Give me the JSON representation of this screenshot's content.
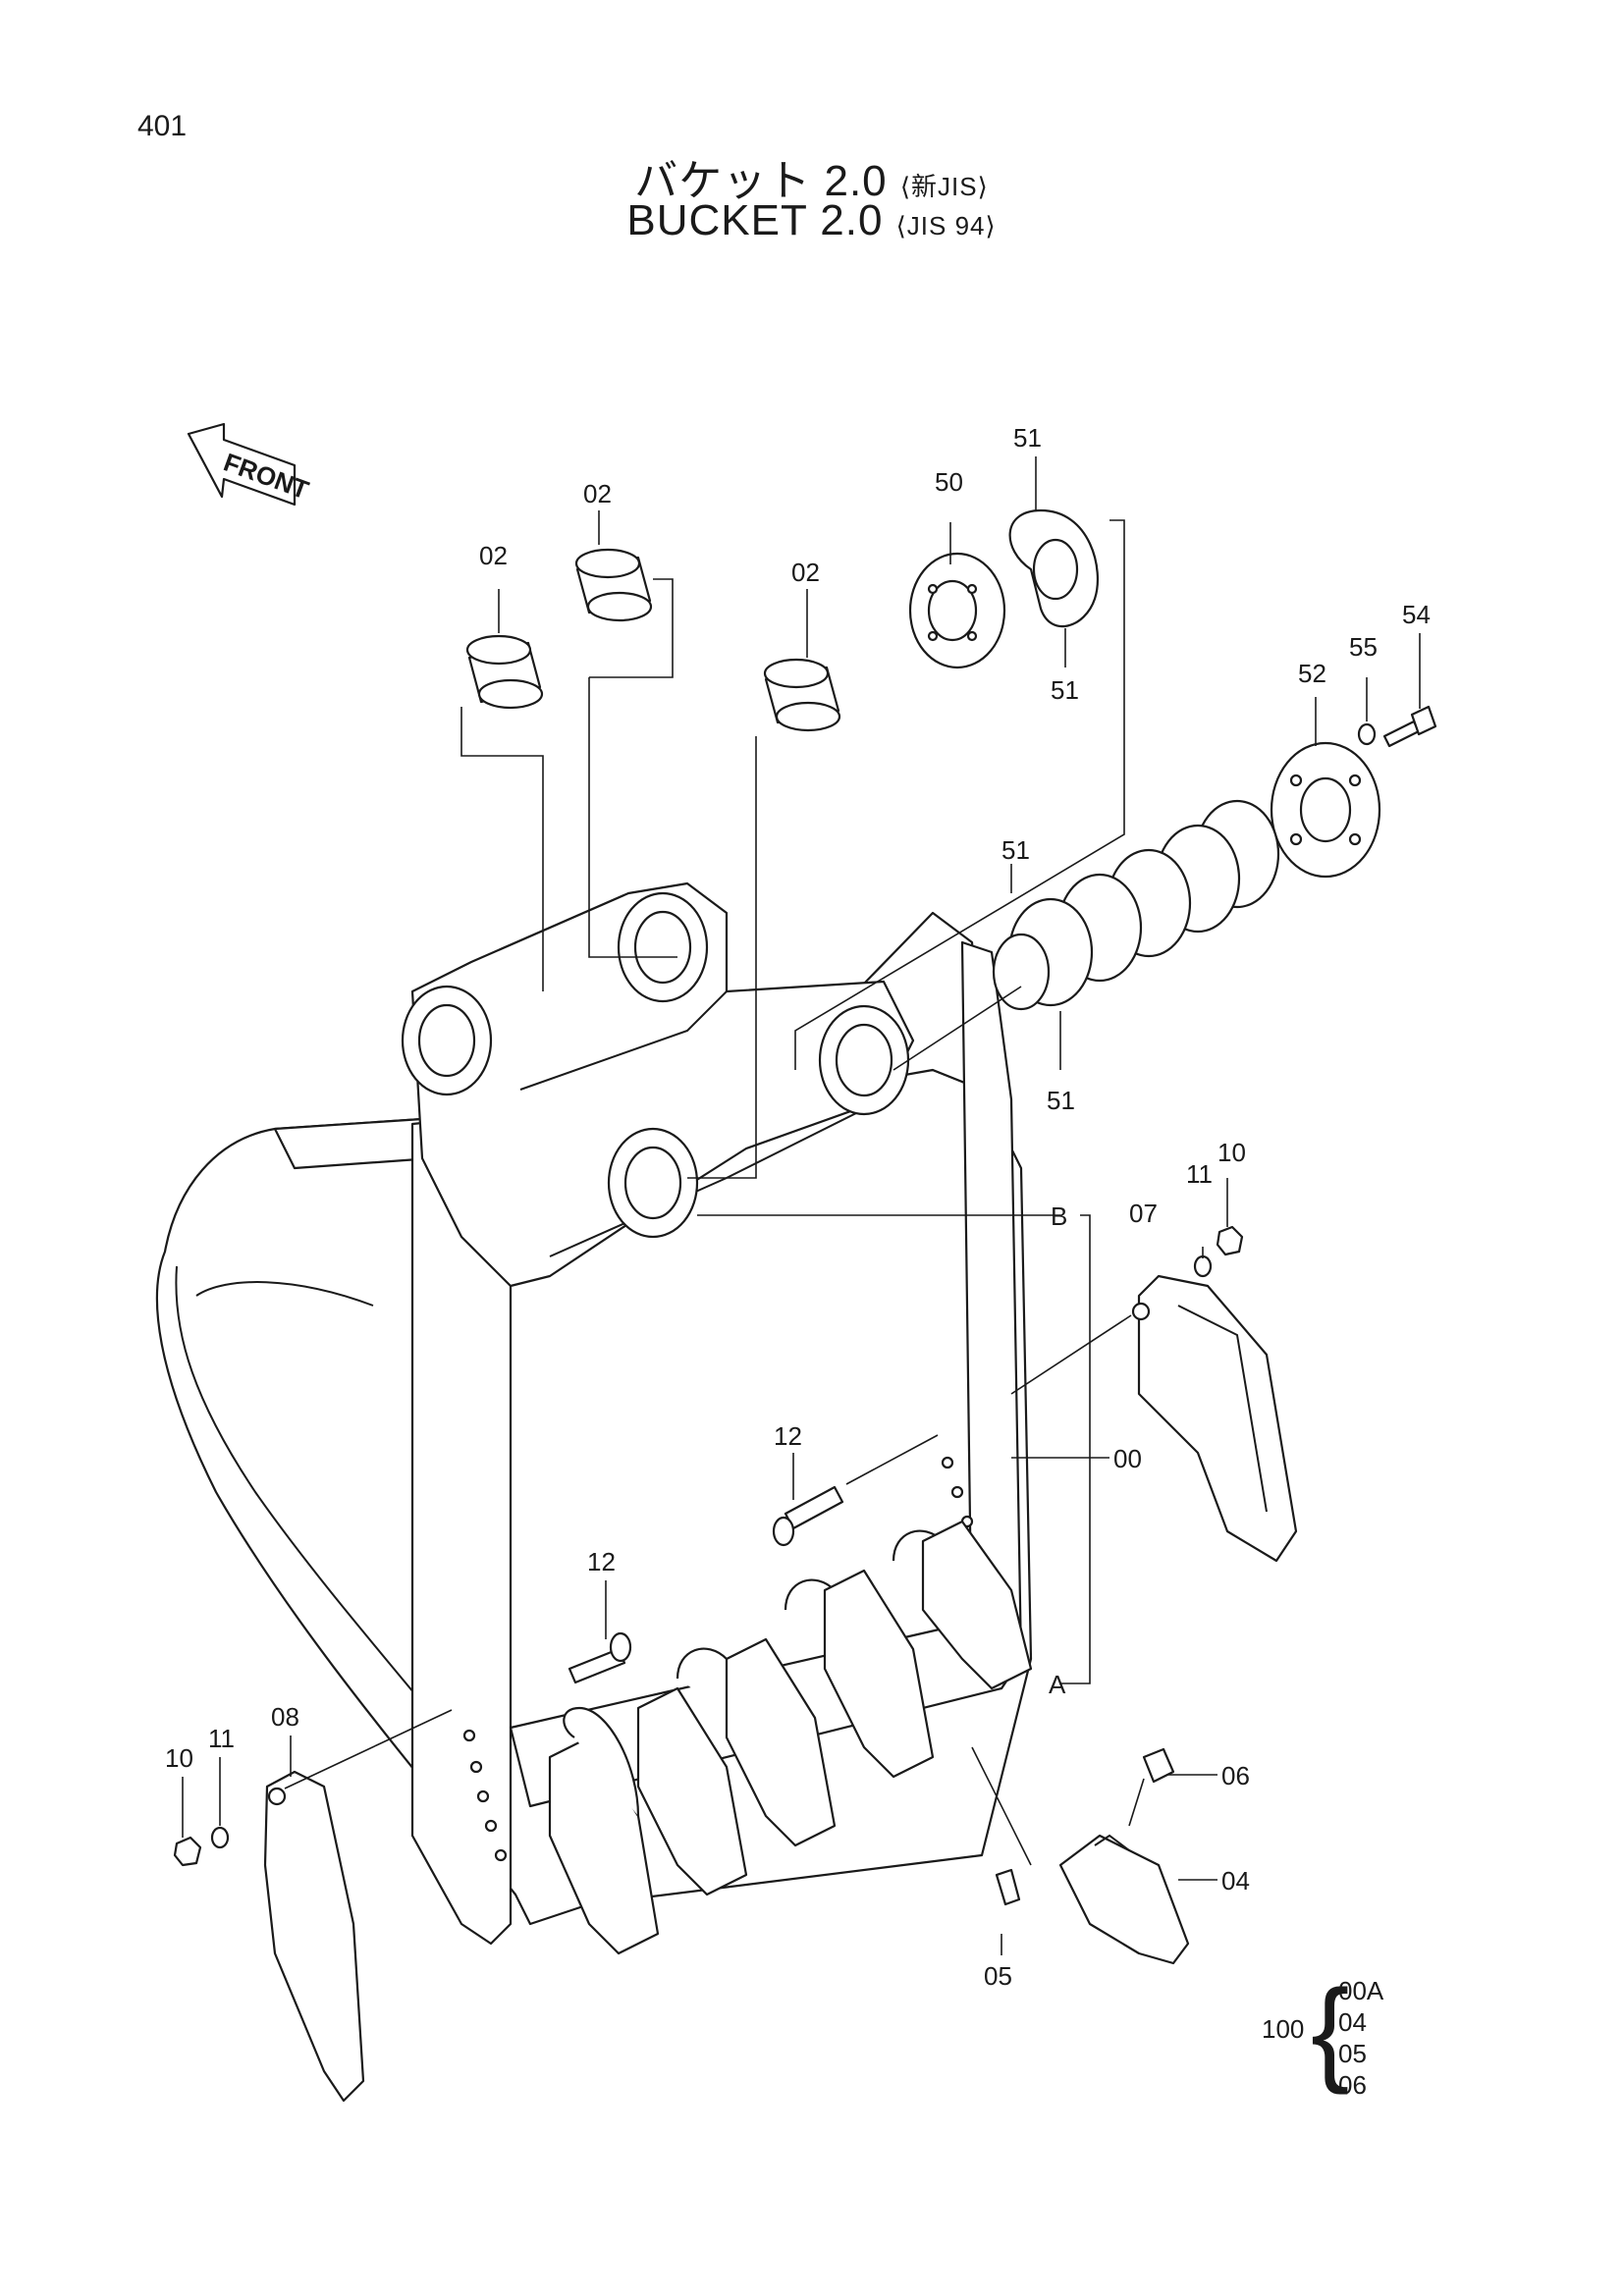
{
  "page_number": "401",
  "title": {
    "japanese": "バケット 2.0",
    "japanese_std": "⟨新JIS⟩",
    "english": "BUCKET 2.0",
    "english_std": "⟨JIS 94⟩"
  },
  "front_arrow": "FRONT",
  "callouts": {
    "c02a": "02",
    "c02b": "02",
    "c02c": "02",
    "c50": "50",
    "c51a": "51",
    "c51b": "51",
    "c51c": "51",
    "c51d": "51",
    "c52": "52",
    "c54": "54",
    "c55": "55",
    "cB": "B",
    "cA": "A",
    "c00": "00",
    "c07": "07",
    "c11r": "11",
    "c10r": "10",
    "c12a": "12",
    "c12b": "12",
    "c08": "08",
    "c10l": "10",
    "c11l": "11",
    "c06": "06",
    "c04": "04",
    "c05": "05"
  },
  "assembly_set": {
    "label": "100",
    "items": [
      "00A",
      "04",
      "05",
      "06"
    ]
  }
}
